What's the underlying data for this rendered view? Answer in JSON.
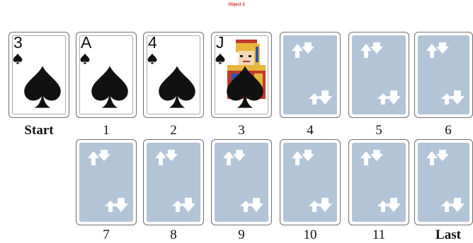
{
  "header_label": "Object 2",
  "colors": {
    "card_back": "#b3c4d7",
    "spade": "#111111",
    "caption": "#111111",
    "header": "#d62a2a"
  },
  "cards": [
    {
      "caption": "Start",
      "rank": "3",
      "suit": "spade",
      "face_up": true
    },
    {
      "caption": "1",
      "rank": "A",
      "suit": "spade",
      "face_up": true
    },
    {
      "caption": "2",
      "rank": "4",
      "suit": "spade",
      "face_up": true
    },
    {
      "caption": "3",
      "rank": "J",
      "suit": "spade",
      "face_up": true,
      "court": true
    },
    {
      "caption": "4",
      "face_up": false
    },
    {
      "caption": "5",
      "face_up": false
    },
    {
      "caption": "6",
      "face_up": false
    },
    {
      "caption": "7",
      "face_up": false
    },
    {
      "caption": "8",
      "face_up": false
    },
    {
      "caption": "9",
      "face_up": false
    },
    {
      "caption": "10",
      "face_up": false
    },
    {
      "caption": "11",
      "face_up": false
    },
    {
      "caption": "Last",
      "face_up": false
    }
  ]
}
